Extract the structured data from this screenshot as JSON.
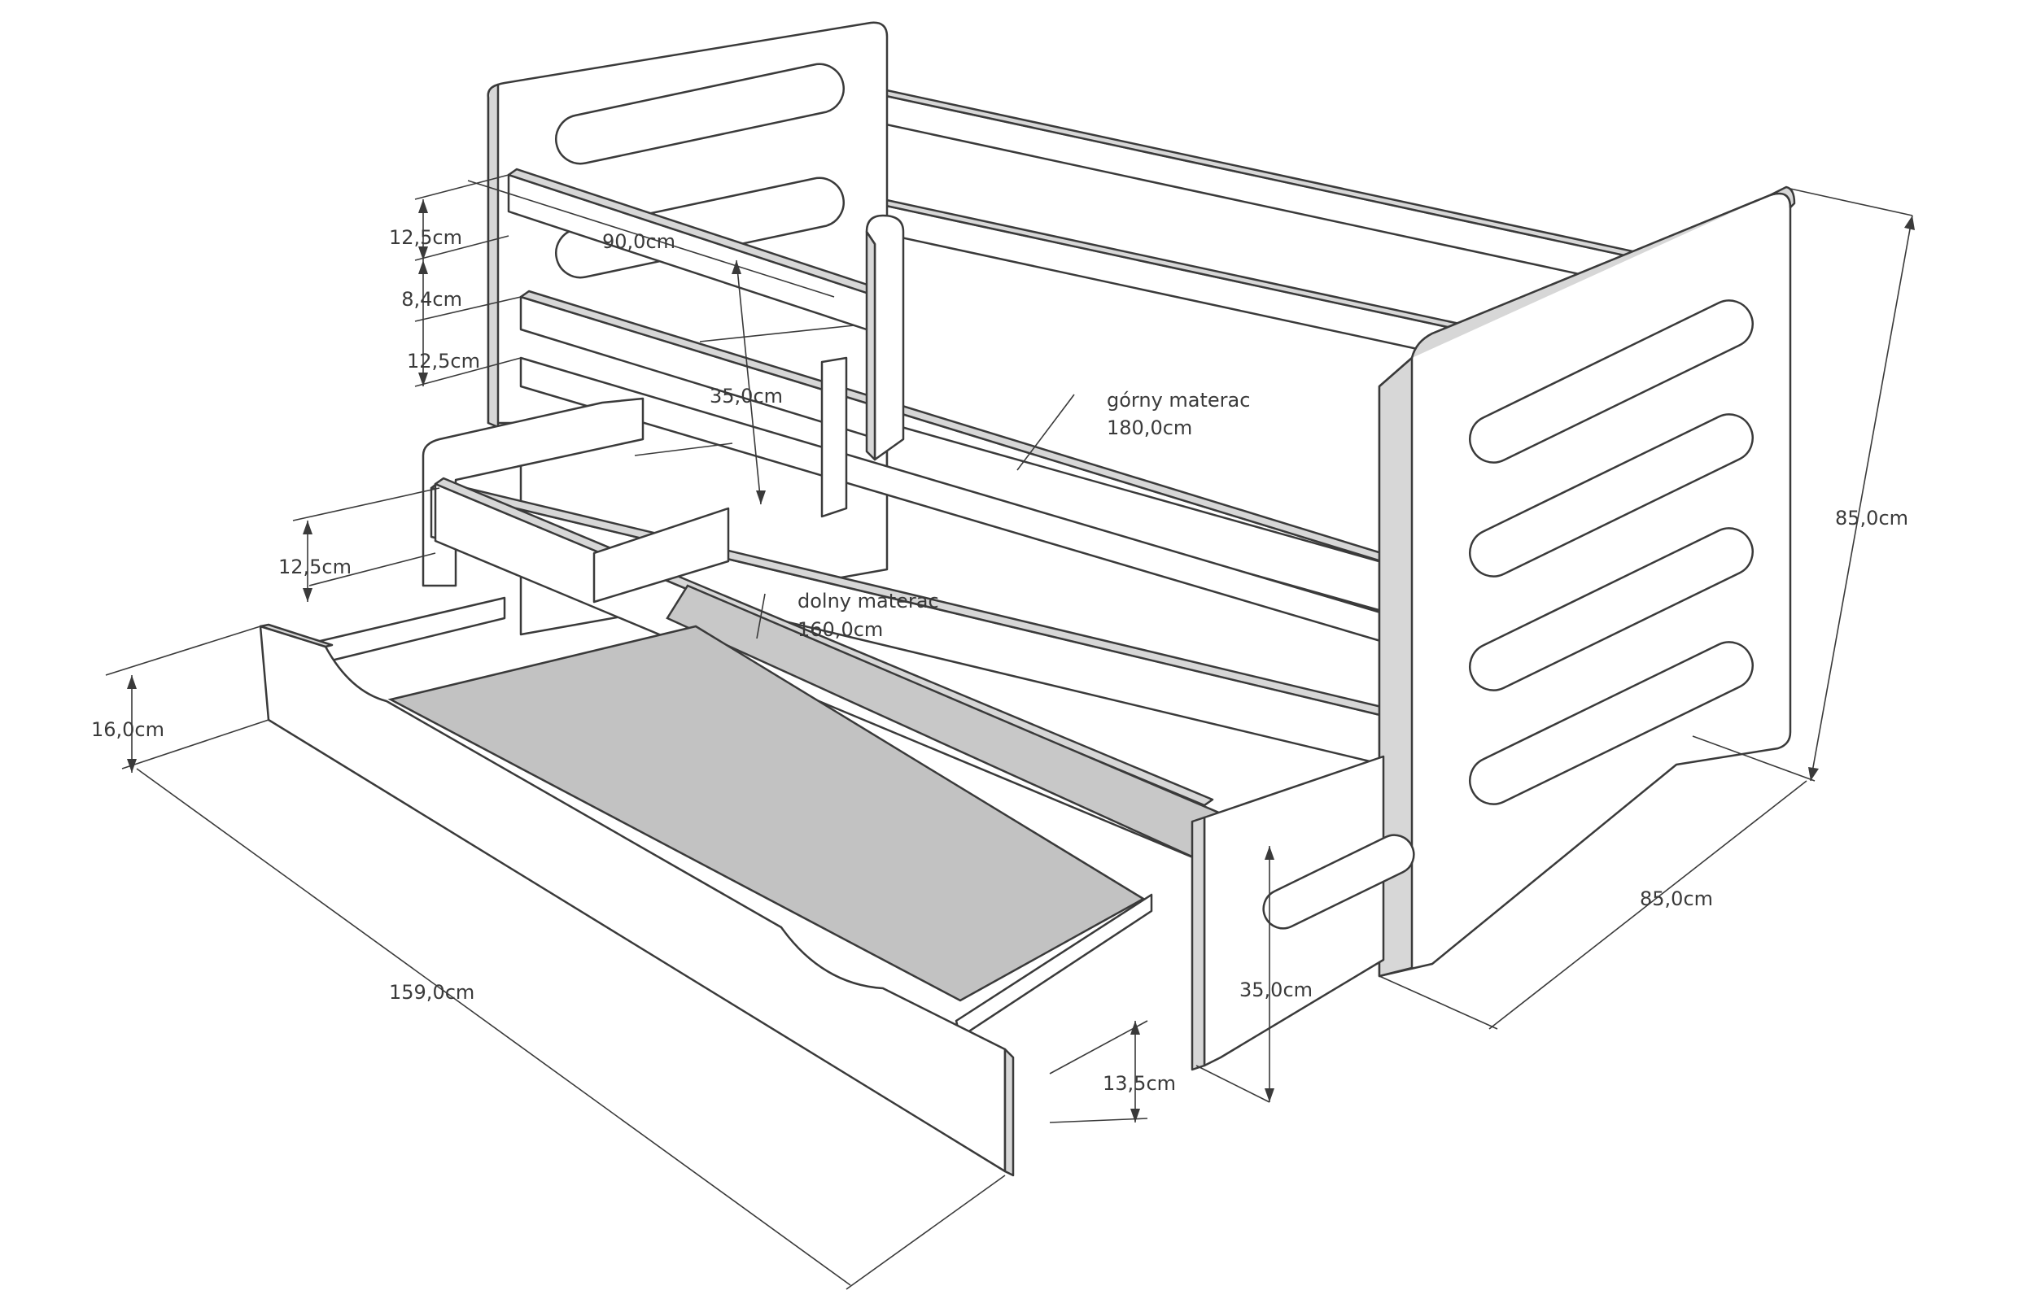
{
  "dimensions": {
    "rail_top": "12,5cm",
    "rail_gap": "8,4cm",
    "rail_bottom": "12,5cm",
    "width_top": "90,0cm",
    "gap_height": "35,0cm",
    "upper_mattress_label": "górny materac",
    "upper_mattress_length": "180,0cm",
    "lower_rail": "12,5cm",
    "lower_mattress_label": "dolny materac",
    "lower_mattress_length": "160,0cm",
    "drawer_height": "16,0cm",
    "total_height": "85,0cm",
    "depth": "85,0cm",
    "drawer_length": "159,0cm",
    "side_height": "35,0cm",
    "drawer_gap": "13,5cm"
  }
}
